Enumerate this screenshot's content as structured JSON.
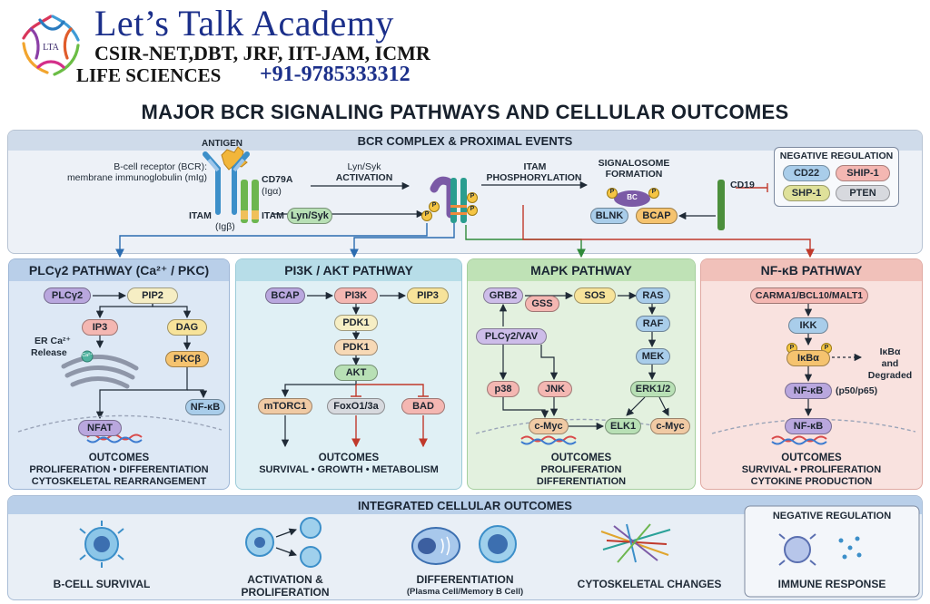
{
  "header": {
    "brand_title": "Let’s Talk Academy",
    "exams": "CSIR-NET,DBT, JRF, IIT-JAM, ICMR",
    "life_sciences": "LIFE SCIENCES",
    "phone": "+91-9785333312",
    "logo_text": "LTA"
  },
  "title": "MAJOR BCR SIGNALING PATHWAYS AND CELLULAR OUTCOMES",
  "bcr_complex": {
    "heading": "BCR COMPLEX & PROXIMAL EVENTS",
    "antigen": "ANTIGEN",
    "bcr_label_1": "B-cell receptor (BCR):",
    "bcr_label_2": "membrane immunoglobulin (mIg)",
    "cd79a": "CD79A",
    "ig_alpha": "(Igα)",
    "itam_left": "ITAM",
    "itam_right": "ITAM",
    "ig_beta": "(Igβ)",
    "lyn_syk_node": "Lyn/Syk",
    "lyn_syk_activation_1": "Lyn/Syk",
    "lyn_syk_activation_2": "ACTIVATION",
    "itam_phos_1": "ITAM",
    "itam_phos_2": "PHOSPHORYLATION",
    "signalosome_1": "SIGNALOSOME",
    "signalosome_2": "FORMATION",
    "bc": "BC",
    "blnk": "BLNK",
    "bcap": "BCAP",
    "cd19": "CD19",
    "p": "P"
  },
  "negative_regulation": {
    "title": "NEGATIVE REGULATION",
    "items": [
      "CD22",
      "SHIP-1",
      "SHP-1",
      "PTEN"
    ]
  },
  "plcg2": {
    "heading": "PLCγ2 PATHWAY (Ca²⁺ / PKC)",
    "plcg2": "PLCγ2",
    "pip2": "PIP2",
    "ip3": "IP3",
    "dag": "DAG",
    "er_ca_1": "ER Ca²⁺",
    "er_ca_2": "Release",
    "ca": "Ca²⁺",
    "pkcb": "PKCβ",
    "nfkb": "NF-κB",
    "nfat": "NFAT",
    "outcomes_title": "OUTCOMES",
    "outcome_1": "PROLIFERATION • DIFFERENTIATION",
    "outcome_2": "CYTOSKELETAL REARRANGEMENT"
  },
  "pi3k": {
    "heading": "PI3K / AKT PATHWAY",
    "bcap": "BCAP",
    "pi3k": "PI3K",
    "pip3": "PIP3",
    "pdk1_a": "PDK1",
    "pdk1_b": "PDK1",
    "akt": "AKT",
    "mtorc1": "mTORC1",
    "foxo": "FoxO1/3a",
    "bad": "BAD",
    "outcomes_title": "OUTCOMES",
    "outcome_1": "SURVIVAL • GROWTH • METABOLISM"
  },
  "mapk": {
    "heading": "MAPK PATHWAY",
    "grb2": "GRB2",
    "gss": "GSS",
    "sos": "SOS",
    "ras": "RAS",
    "plcg2vav": "PLCγ2/VAV",
    "raf": "RAF",
    "mek": "MEK",
    "p38": "p38",
    "jnk": "JNK",
    "erk": "ERK1/2",
    "cmyc_a": "c-Myc",
    "elk1": "ELK1",
    "cmyc_b": "c-Myc",
    "outcomes_title": "OUTCOMES",
    "outcome_1": "PROLIFERATION",
    "outcome_2": "DIFFERENTIATION"
  },
  "nfkb": {
    "heading": "NF-κB PATHWAY",
    "carma": "CARMA1/BCL10/MALT1",
    "ikk": "IKK",
    "ikba": "IκBα",
    "ikba_deg_1": "IκBα",
    "ikba_deg_2": "and",
    "ikba_deg_3": "Degraded",
    "nfkb": "NF-κB",
    "p50p65": "(p50/p65)",
    "nfkb_nuc": "NF-κB",
    "outcomes_title": "OUTCOMES",
    "outcome_1": "SURVIVAL • PROLIFERATION",
    "outcome_2": "CYTOKINE PRODUCTION"
  },
  "integrated": {
    "heading": "INTEGRATED CELLULAR OUTCOMES",
    "survival": "B-CELL SURVIVAL",
    "activation_1": "ACTIVATION &",
    "activation_2": "PROLIFERATION",
    "differentiation_1": "DIFFERENTIATION",
    "differentiation_2": "(Plasma Cell/Memory B Cell)",
    "cytoskeletal": "CYTOSKELETAL CHANGES",
    "neg_reg": "NEGATIVE REGULATION",
    "immune": "IMMUNE RESPONSE"
  },
  "colors": {
    "plc_panel": "#dbe7f5",
    "pi3k_panel": "#dff0f4",
    "mapk_panel": "#e2f1de",
    "nfkb_panel": "#f9e0dd",
    "bcr_panel": "#e9eef5",
    "arrow_red": "#c0392b"
  }
}
